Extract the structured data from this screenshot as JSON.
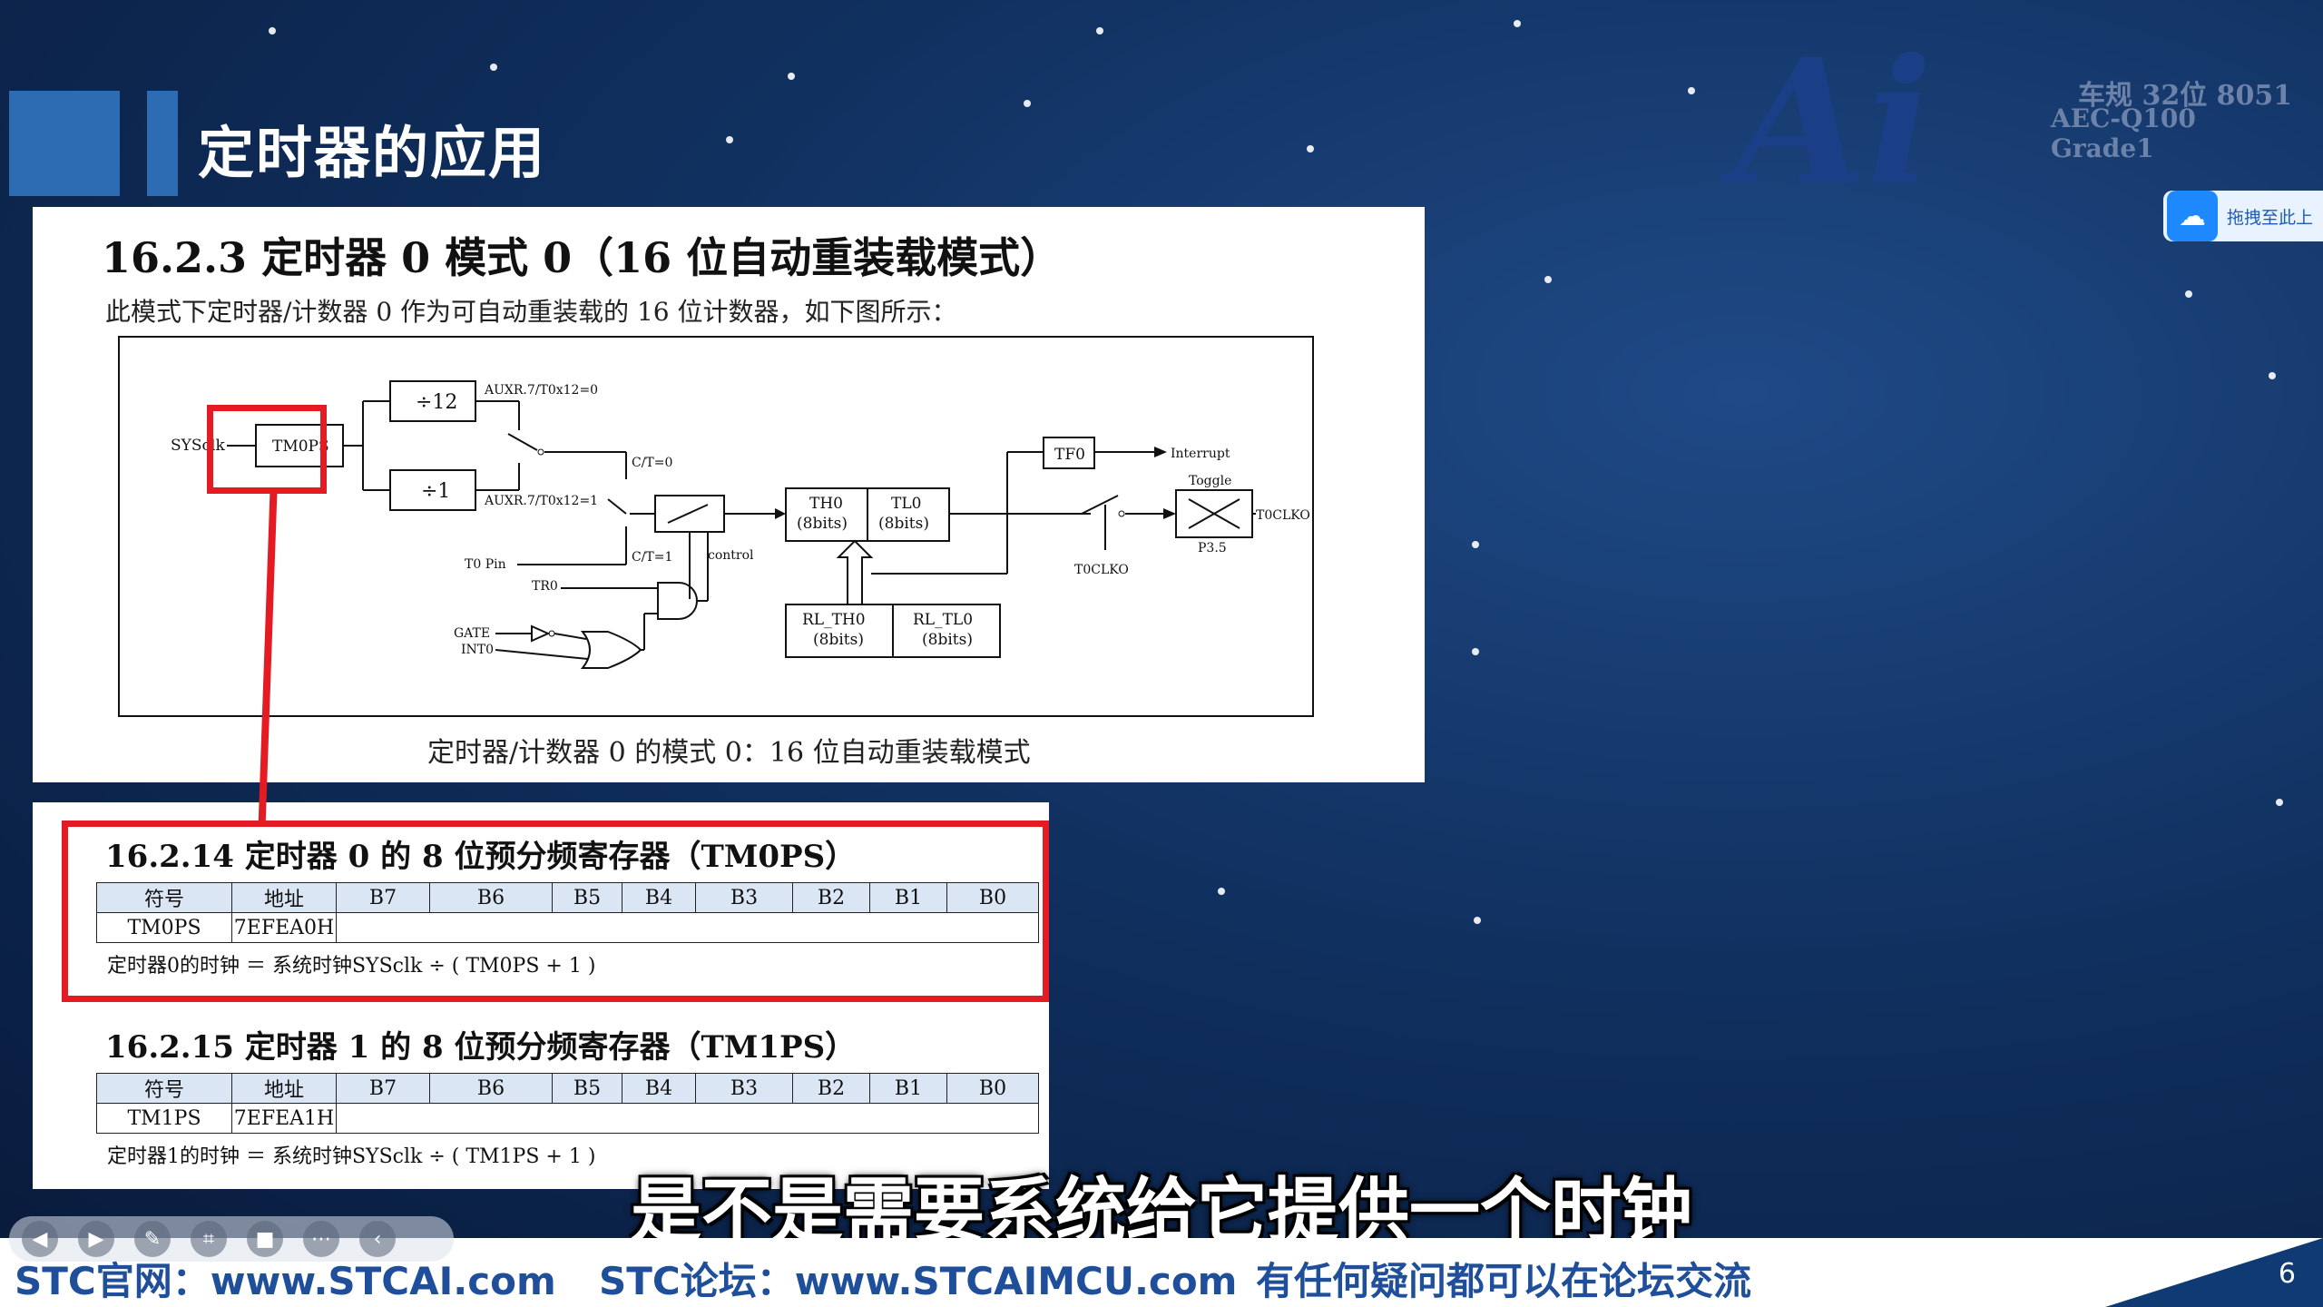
{
  "slide": {
    "title": "定时器的应用",
    "page_number": "6"
  },
  "logo": {
    "letters": "Ai",
    "line1": "车规 32位 8051",
    "line2": "AEC-Q100 Grade1"
  },
  "drop_widget": {
    "label": "拖拽至此上"
  },
  "doc_top": {
    "heading": "16.2.3    定时器 0 模式 0（16 位自动重装载模式）",
    "intro": "此模式下定时器/计数器 0 作为可自动重装载的 16 位计数器，如下图所示：",
    "caption": "定时器/计数器 0 的模式 0：16 位自动重装载模式",
    "diagram": {
      "sysclk": "SYSclk",
      "tm0ps": "TM0PS",
      "div12": "÷12",
      "div1": "÷1",
      "auxr0": "AUXR.7/T0x12=0",
      "auxr1": "AUXR.7/T0x12=1",
      "ct0": "C/T=0",
      "ct1": "C/T=1",
      "t0pin": "T0 Pin",
      "control": "control",
      "tr0": "TR0",
      "gate": "GATE",
      "int0": "INT0",
      "th0": "TH0",
      "tl0": "TL0",
      "bits": "(8bits)",
      "rl_th0": "RL_TH0",
      "rl_tl0": "RL_TL0",
      "tf0": "TF0",
      "interrupt": "Interrupt",
      "toggle": "Toggle",
      "t0clko": "T0CLKO",
      "p35": "P3.5"
    }
  },
  "reg_tm0ps": {
    "heading": "16.2.14    定时器 0 的 8 位预分频寄存器（TM0PS）",
    "headers": [
      "符号",
      "地址",
      "B7",
      "B6",
      "B5",
      "B4",
      "B3",
      "B2",
      "B1",
      "B0"
    ],
    "symbol": "TM0PS",
    "address": "7EFEA0H",
    "note": "定时器0的时钟  ＝  系统时钟SYSclk  ÷  ( TM0PS + 1 )"
  },
  "reg_tm1ps": {
    "heading": "16.2.15    定时器 1 的 8 位预分频寄存器（TM1PS）",
    "headers": [
      "符号",
      "地址",
      "B7",
      "B6",
      "B5",
      "B4",
      "B3",
      "B2",
      "B1",
      "B0"
    ],
    "symbol": "TM1PS",
    "address": "7EFEA1H",
    "note": "定时器1的时钟  ＝  系统时钟SYSclk  ÷  ( TM1PS + 1 )"
  },
  "subtitle": "是不是需要系统给它提供一个时钟",
  "footer": {
    "site": "STC官网：www.STCAI.com",
    "forum": "STC论坛：www.STCAIMCU.com",
    "ask": "有任何疑问都可以在论坛交流"
  },
  "toolbar": {
    "icons": [
      "prev-icon",
      "next-icon",
      "pen-icon",
      "screenshot-icon",
      "camera-icon",
      "more-icon",
      "collapse-icon"
    ]
  },
  "colors": {
    "accent_red": "#e41b23",
    "brand_blue": "#1f4f9a",
    "bg": "#10305f"
  }
}
